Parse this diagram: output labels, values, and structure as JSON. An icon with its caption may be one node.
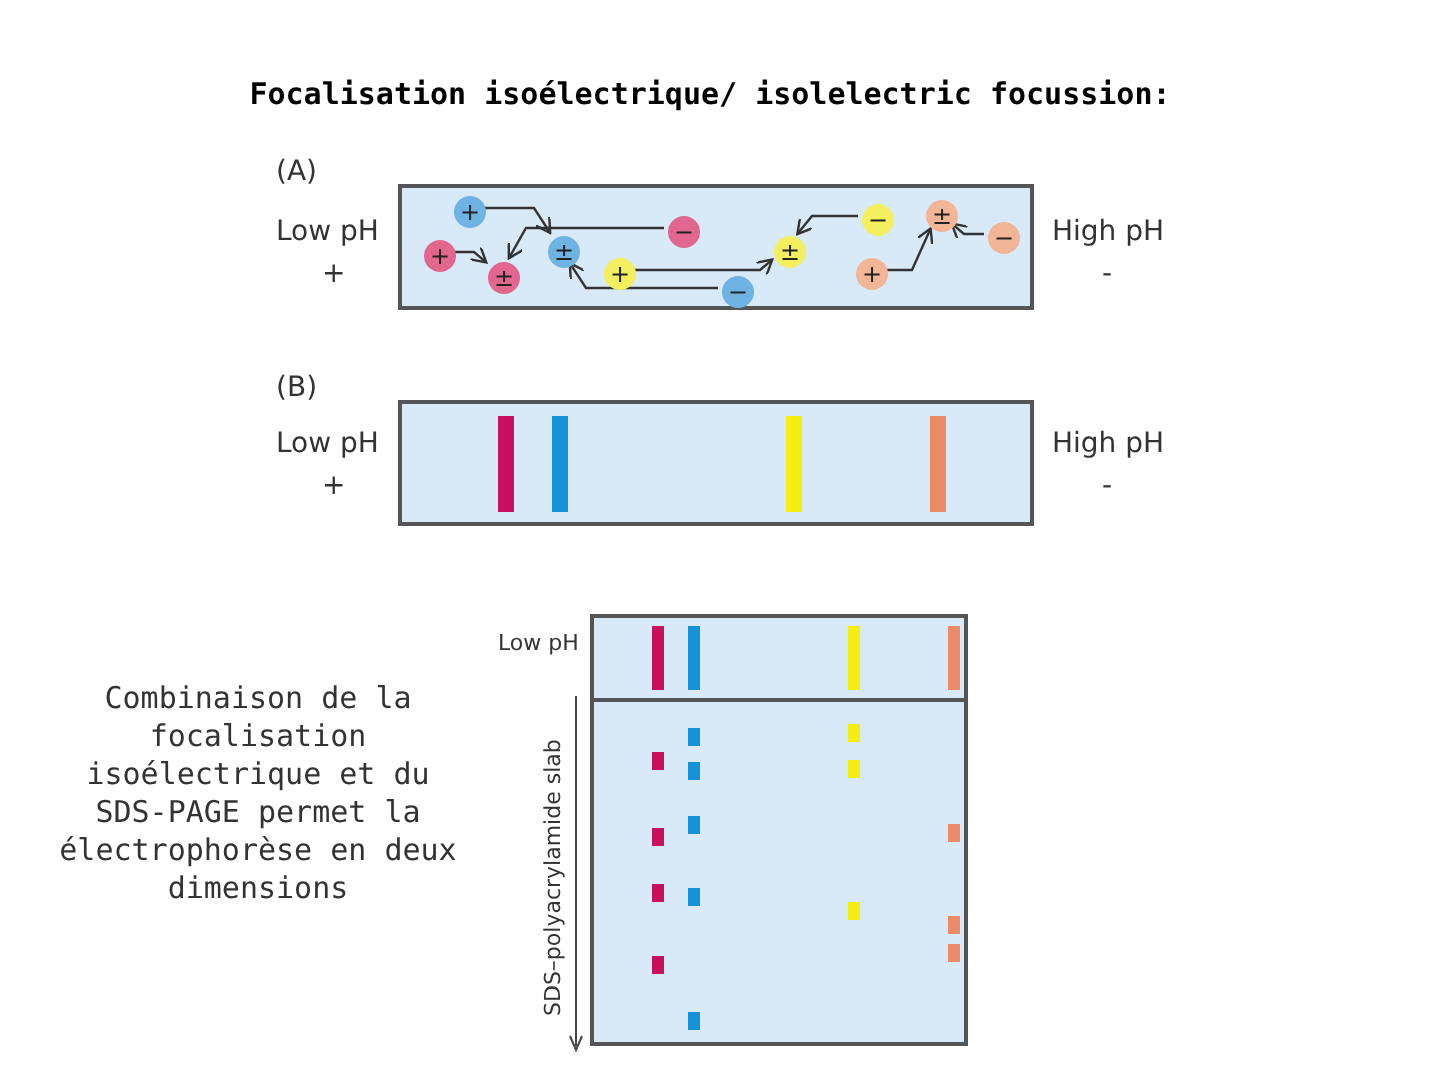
{
  "diagram": {
    "title": "Focalisation isoélectrique/ isolelectric focussion:",
    "nodes": [
      {
        "text": [
          "(A)"
        ]
      },
      {
        "text": [
          "+"
        ],
        "in": 0
      },
      {
        "text": [
          "−"
        ],
        "in": 0
      },
      {
        "text": [
          "+"
        ],
        "in": 0
      },
      {
        "text": [
          "±"
        ],
        "in": 0
      },
      {
        "text": [
          "±"
        ],
        "in": 0
      },
      {
        "text": [
          "+"
        ],
        "in": 0
      },
      {
        "text": [
          "−"
        ],
        "in": 0
      },
      {
        "text": [
          "±"
        ],
        "in": 0
      },
      {
        "text": [
          "−"
        ],
        "in": 0
      },
      {
        "text": [
          "±"
        ],
        "in": 0
      },
      {
        "text": [
          "+"
        ],
        "in": 0
      },
      {
        "text": [
          "−"
        ],
        "in": 0
      },
      {
        "text": [
          "(B)"
        ]
      }
    ],
    "edges": [
      {
        "from": 1,
        "to": 5,
        "arrow": "to"
      },
      {
        "from": 2,
        "to": 4,
        "arrow": "to"
      },
      {
        "from": 3,
        "to": 4,
        "arrow": "to"
      },
      {
        "from": 6,
        "to": 8,
        "arrow": "to"
      },
      {
        "from": 7,
        "to": 5,
        "arrow": "to"
      },
      {
        "from": 9,
        "to": 8,
        "arrow": "to"
      },
      {
        "from": 11,
        "to": 10,
        "arrow": "to"
      },
      {
        "from": 12,
        "to": 10,
        "arrow": "to"
      }
    ],
    "labels": [
      "Low pH",
      "+",
      "High pH",
      "-",
      "Low pH",
      "+",
      "High pH",
      "-",
      "Low pH",
      "Combinaison de la focalisation isoélectrique et du SDS-PAGE permet la électrophorèse en deux dimensions",
      "SDS–polyacrylamide slab"
    ]
  }
}
